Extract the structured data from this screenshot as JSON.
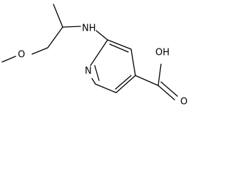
{
  "molecule": {
    "atoms": {
      "ring_nitrogen": "N",
      "amine": "NH",
      "methoxy_oxygen": "O",
      "acid_hydroxyl": "OH",
      "carbonyl_oxygen": "O"
    }
  }
}
